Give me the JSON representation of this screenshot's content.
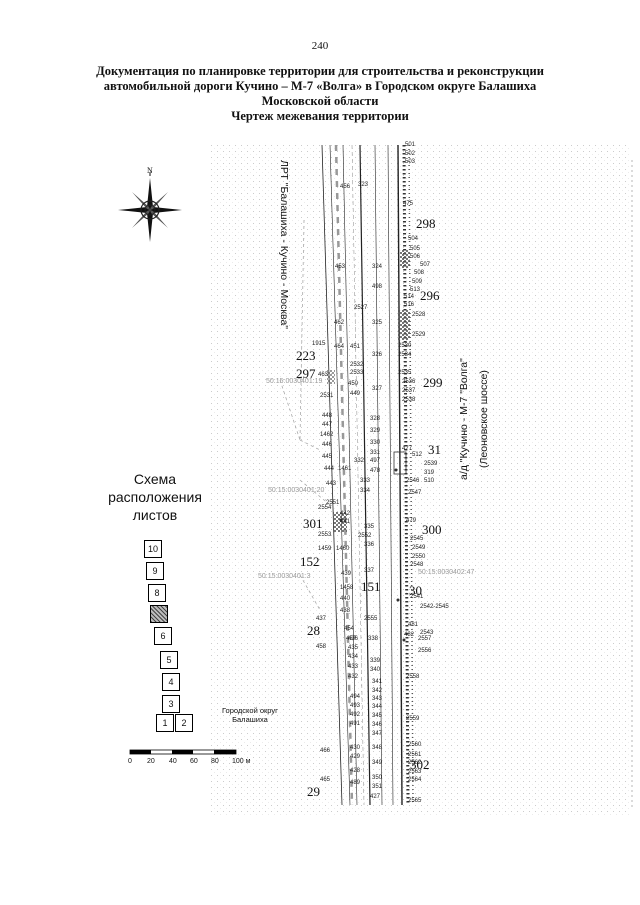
{
  "page_number": "240",
  "title_lines": [
    "Документация по планировке территории для строительства и реконструкции",
    "автомобильной дороги Кучино – М-7 «Волга» в Городском округе Балашиха",
    "Московской области",
    "Чертеж межевания территории"
  ],
  "compass_label": "N",
  "road_labels": {
    "left": "ЛРТ \"Балашиха - Кучино - Москва\"",
    "right_line1": "а/д  \"Кучино - М-7 \"Волга\"",
    "right_line2": "(Леоновское шоссе)"
  },
  "schema": {
    "title_lines": [
      "Схема",
      "расположения",
      "листов"
    ],
    "sheets": [
      "10",
      "9",
      "8",
      "",
      "6",
      "5",
      "4",
      "3",
      "1",
      "2"
    ],
    "current_sheet": "7"
  },
  "district_label": [
    "Городской округ",
    "Балашиха"
  ],
  "scale_bar": {
    "ticks": [
      "0",
      "20",
      "40",
      "60",
      "80",
      "100 м"
    ]
  },
  "big_labels": [
    "298",
    "296",
    "223",
    "297",
    "299",
    "31",
    "301",
    "300",
    "152",
    "151",
    "30",
    "28",
    "302",
    "29"
  ],
  "cadastral_labels": [
    "50:15:0030401:19",
    "50:15:0030401:20",
    "50:15:0030401:3",
    "50:15:0030402:47"
  ],
  "parcel_labels": [
    "501",
    "502",
    "503",
    "456",
    "323",
    "475",
    "504",
    "505",
    "506",
    "507",
    "508",
    "509",
    "513",
    "514",
    "516",
    "2528",
    "2529",
    "453",
    "324",
    "498",
    "2527",
    "462",
    "325",
    "451",
    "464",
    "326",
    "1915",
    "2530",
    "2534",
    "2532",
    "2533",
    "2535",
    "2536",
    "463",
    "2531",
    "450",
    "449",
    "327",
    "2537",
    "2538",
    "448",
    "447",
    "328",
    "1462",
    "329",
    "446",
    "330",
    "331",
    "477",
    "512",
    "445",
    "332",
    "497",
    "2539",
    "1461",
    "478",
    "319",
    "444",
    "333",
    "2546",
    "443",
    "510",
    "334",
    "2547",
    "2554",
    "442",
    "441",
    "2551",
    "335",
    "479",
    "2553",
    "2552",
    "336",
    "2545",
    "1459",
    "1460",
    "2549",
    "2550",
    "439",
    "337",
    "2548",
    "1458",
    "440",
    "438",
    "2541",
    "2542-2545",
    "437",
    "2555",
    "481",
    "454",
    "2543",
    "436",
    "338",
    "482",
    "2557",
    "458",
    "435",
    "2556",
    "457",
    "339",
    "434",
    "340",
    "433",
    "432",
    "2558",
    "341",
    "342",
    "343",
    "344",
    "494",
    "493",
    "492",
    "491",
    "345",
    "2559",
    "346",
    "347",
    "348",
    "2560",
    "349",
    "2561",
    "2562",
    "466",
    "430",
    "429",
    "350",
    "2563",
    "2564",
    "465",
    "428",
    "351",
    "489",
    "2565",
    "427"
  ]
}
